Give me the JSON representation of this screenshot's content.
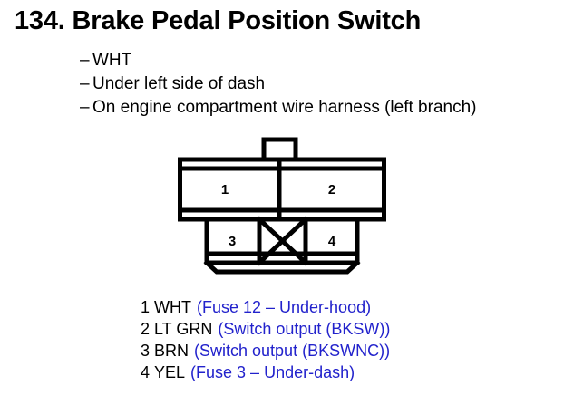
{
  "document": {
    "title_number": "134.",
    "title_text": "Brake Pedal Position Switch",
    "title_full": "134. Brake Pedal Position Switch"
  },
  "notes": {
    "bullet_marker": "–",
    "items": [
      {
        "text": "WHT"
      },
      {
        "text": "Under left side of dash"
      },
      {
        "text": "On engine compartment wire harness (left branch)"
      }
    ]
  },
  "connector": {
    "cavities": [
      {
        "number": "1",
        "position": "upper-left"
      },
      {
        "number": "2",
        "position": "upper-right"
      },
      {
        "number": "3",
        "position": "lower-left"
      },
      {
        "number": "4",
        "position": "lower-right"
      }
    ],
    "blocked_cavity_marker": "X",
    "line_color": "#000000",
    "fill_color": "#ffffff"
  },
  "legend": {
    "rows": [
      {
        "num": "1",
        "wire_color": "WHT",
        "description": "(Fuse 12 – Under-hood)"
      },
      {
        "num": "2",
        "wire_color": "LT GRN",
        "description": "(Switch output (BKSW))"
      },
      {
        "num": "3",
        "wire_color": "BRN",
        "description": "(Switch output (BKSWNC))"
      },
      {
        "num": "4",
        "wire_color": "YEL",
        "description": "(Fuse 3 – Under-dash)"
      }
    ],
    "description_color": "#2222cc",
    "label_color": "#000000"
  }
}
